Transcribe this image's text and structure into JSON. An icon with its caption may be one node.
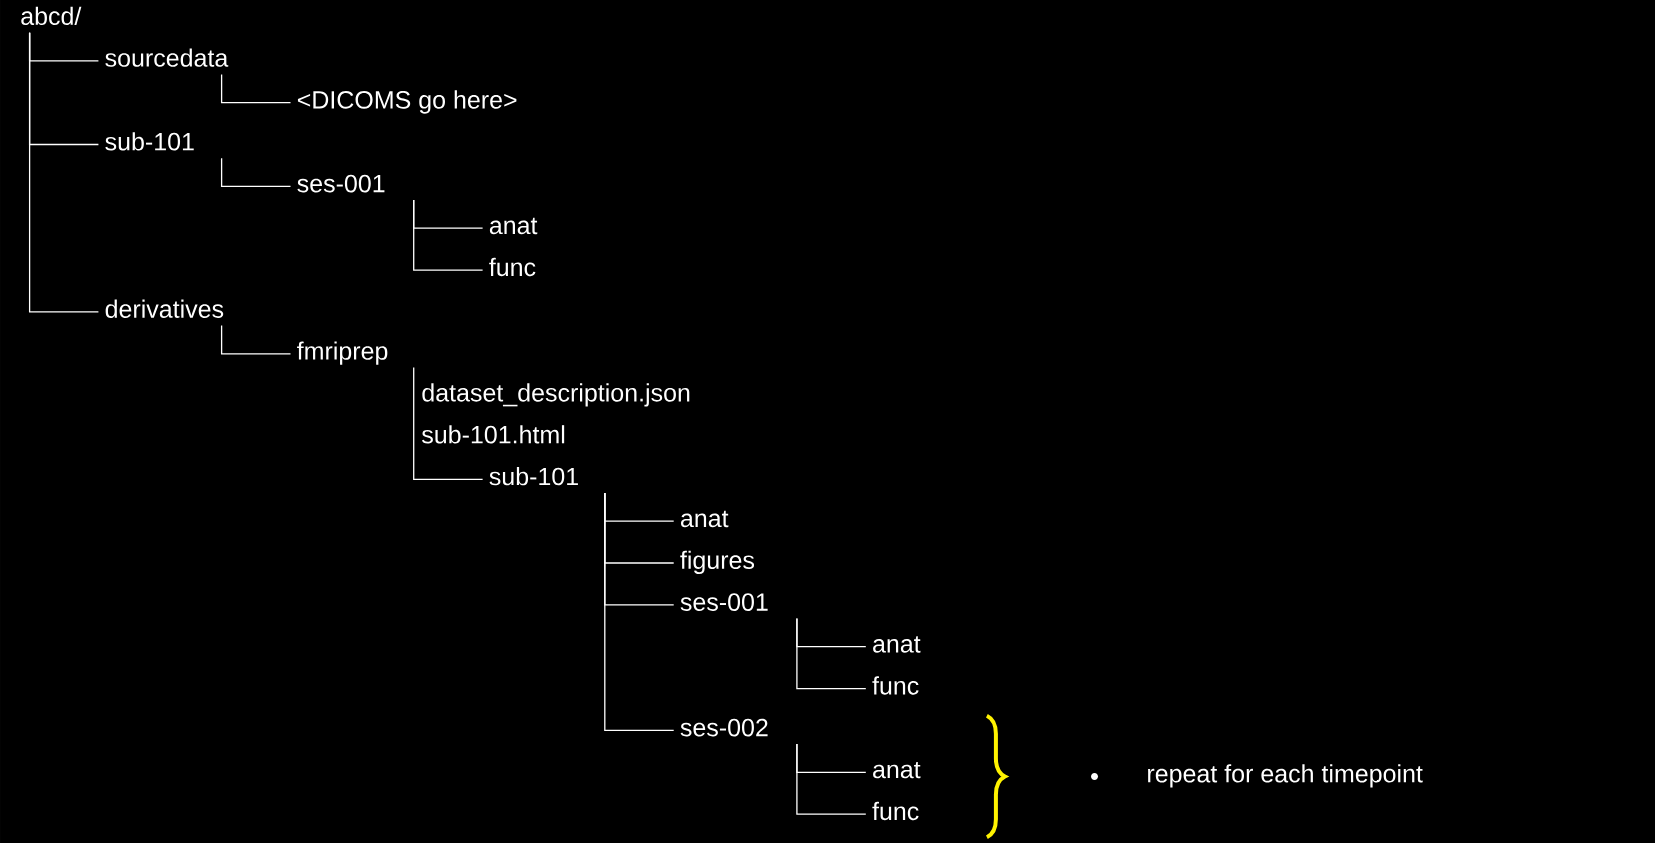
{
  "diagram": {
    "nodes": [
      {
        "text": [
          "abcd/"
        ]
      },
      {
        "text": [
          "sourcedata"
        ]
      },
      {
        "text": [
          "<DICOMS go here>"
        ]
      },
      {
        "text": [
          "sub-101"
        ]
      },
      {
        "text": [
          "ses-001"
        ]
      },
      {
        "text": [
          "anat"
        ]
      },
      {
        "text": [
          "func"
        ]
      },
      {
        "text": [
          "derivatives"
        ]
      },
      {
        "text": [
          "fmriprep"
        ]
      },
      {
        "text": [
          "dataset_description.json"
        ]
      },
      {
        "text": [
          "sub-101.html"
        ]
      },
      {
        "text": [
          "sub-101"
        ]
      },
      {
        "text": [
          "anat"
        ]
      },
      {
        "text": [
          "figures"
        ]
      },
      {
        "text": [
          "ses-001"
        ]
      },
      {
        "text": [
          "anat"
        ]
      },
      {
        "text": [
          "func"
        ]
      },
      {
        "text": [
          "ses-002"
        ]
      },
      {
        "text": [
          "anat"
        ]
      },
      {
        "text": [
          "func"
        ]
      }
    ],
    "edges": [
      {
        "from": 0,
        "to": 1,
        "arrow": "none"
      },
      {
        "from": 1,
        "to": 2,
        "arrow": "none"
      },
      {
        "from": 0,
        "to": 3,
        "arrow": "none"
      },
      {
        "from": 3,
        "to": 4,
        "arrow": "none"
      },
      {
        "from": 4,
        "to": 5,
        "arrow": "none"
      },
      {
        "from": 4,
        "to": 6,
        "arrow": "none"
      },
      {
        "from": 0,
        "to": 7,
        "arrow": "none"
      },
      {
        "from": 7,
        "to": 8,
        "arrow": "none"
      },
      {
        "from": 8,
        "to": 11,
        "arrow": "none"
      },
      {
        "from": 11,
        "to": 12,
        "arrow": "none"
      },
      {
        "from": 11,
        "to": 13,
        "arrow": "none"
      },
      {
        "from": 11,
        "to": 14,
        "arrow": "none"
      },
      {
        "from": 14,
        "to": 15,
        "arrow": "none"
      },
      {
        "from": 14,
        "to": 16,
        "arrow": "none"
      },
      {
        "from": 11,
        "to": 17,
        "arrow": "none"
      },
      {
        "from": 17,
        "to": 18,
        "arrow": "none"
      },
      {
        "from": 17,
        "to": 19,
        "arrow": "none"
      }
    ],
    "labels": [
      "repeat for each timepoint"
    ]
  }
}
